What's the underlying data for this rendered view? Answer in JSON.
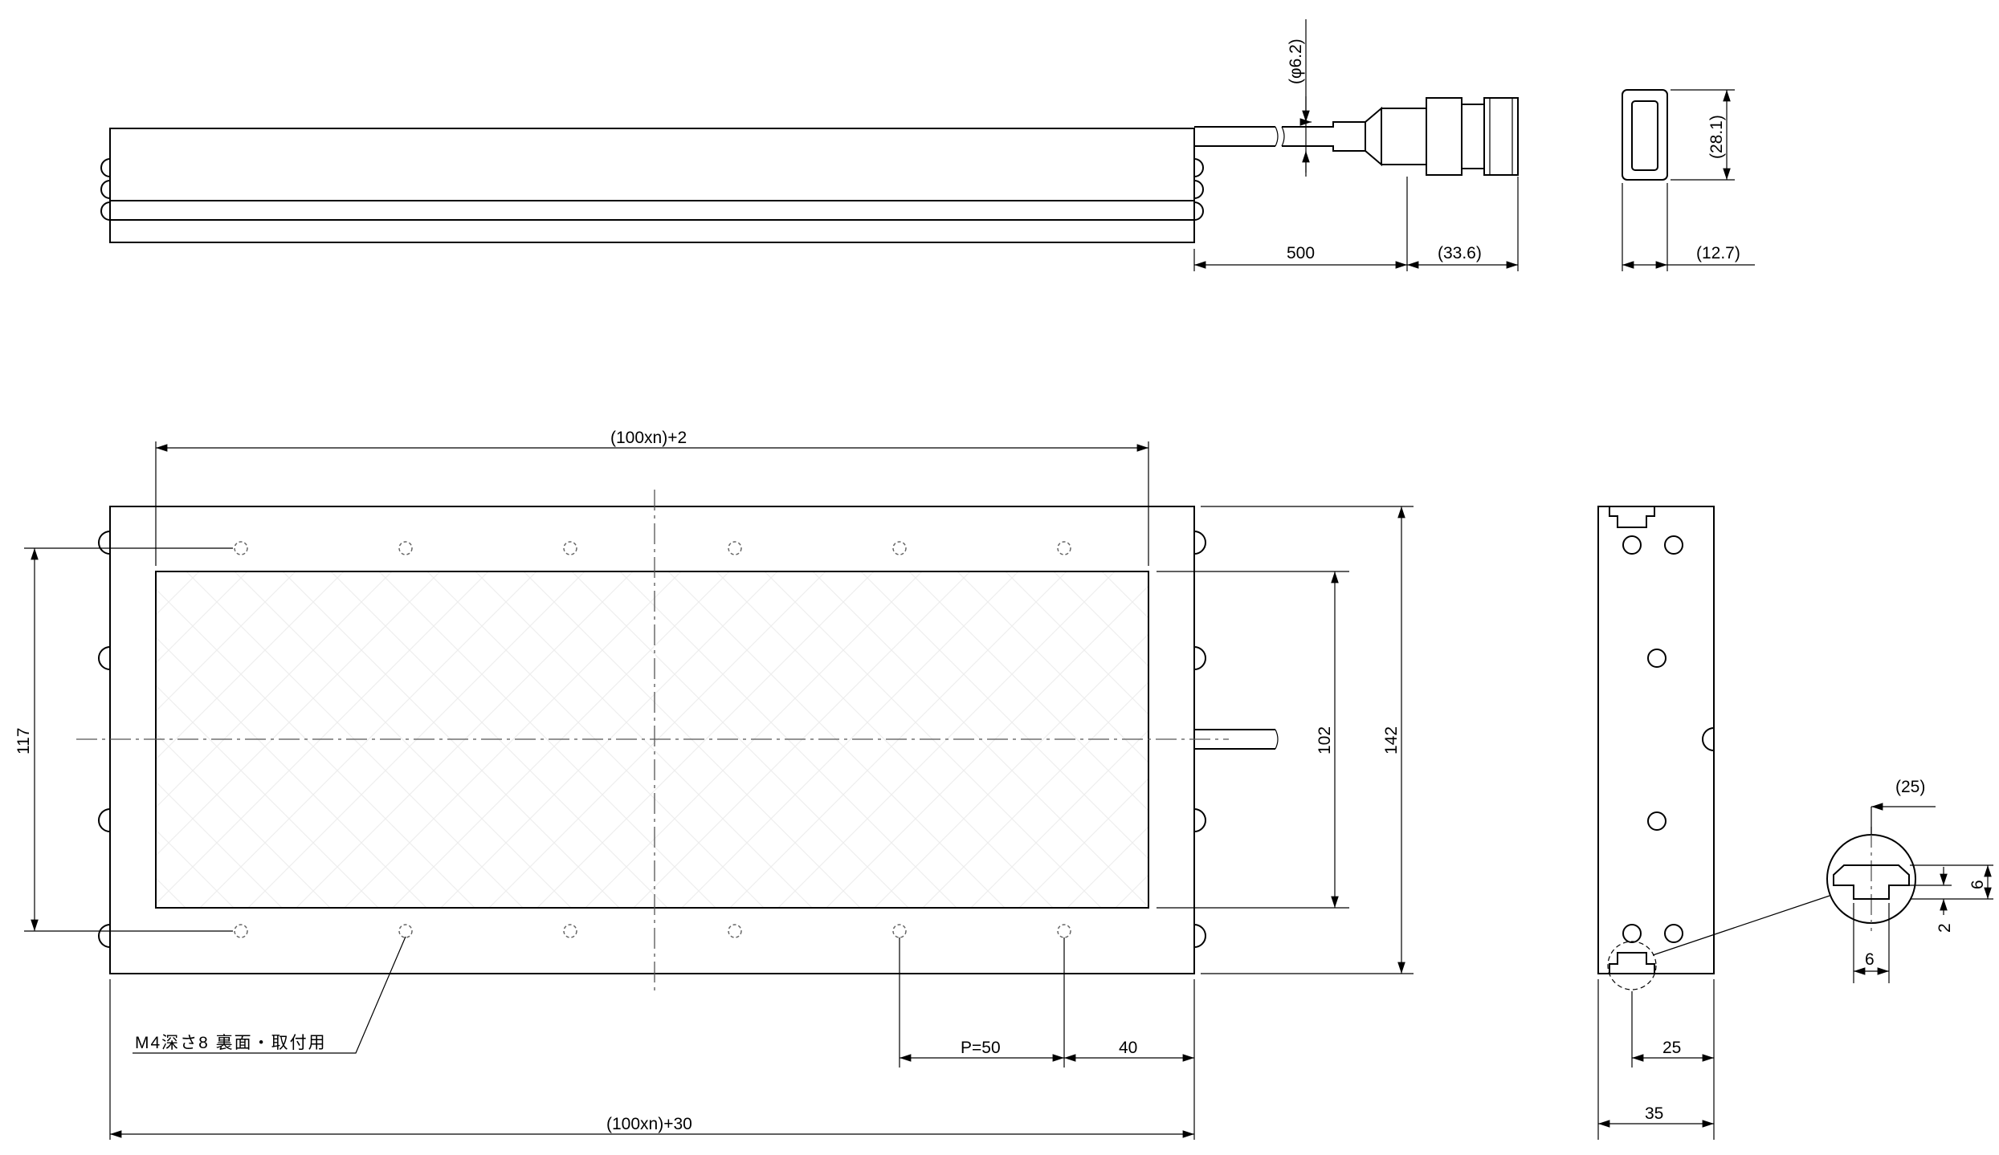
{
  "dimensions": {
    "cable_diameter": "(φ6.2)",
    "connector_height": "(28.1)",
    "cable_length": "500",
    "connector_length": "(33.6)",
    "connector_width": "(12.7)",
    "hole_span": "(100xn)+2",
    "hole_pitch_vertical": "117",
    "emitting_height": "102",
    "total_height": "142",
    "pitch": "P=50",
    "edge_offset": "40",
    "total_length": "(100xn)+30",
    "slot_offset": "(25)",
    "slot_depth": "6",
    "slot_neck": "2",
    "slot_width": "6",
    "side_offset": "25",
    "side_width": "35"
  },
  "notes": {
    "mounting_holes": "M4深さ8 裏面・取付用"
  }
}
